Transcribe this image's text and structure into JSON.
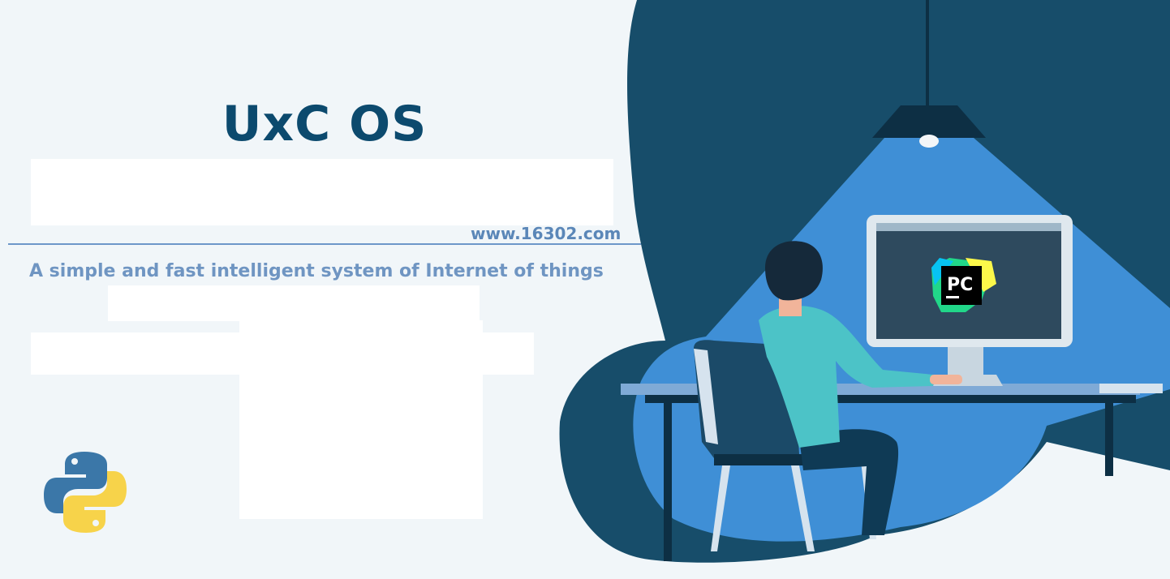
{
  "brand": {
    "title": "UxC OS",
    "url": "www.16302.com",
    "tagline": "A simple and fast intelligent system of Internet of things"
  },
  "illustration": {
    "monitor_logo_text": "PC",
    "icons": [
      "python-logo-icon",
      "pycharm-logo-icon"
    ]
  },
  "colors": {
    "title": "#0c4a6e",
    "url": "#5b87b8",
    "tagline": "#6f95c2",
    "dark_blob": "#174d6a",
    "light_blue": "#3f8fd6",
    "background": "#f1f6f9"
  }
}
